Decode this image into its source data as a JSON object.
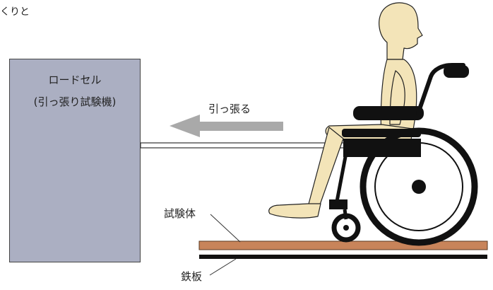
{
  "header_fragment": "くりと",
  "load_cell": {
    "title": "ロードセル",
    "subtitle": "(引っ張り試験機)"
  },
  "pull_label": "引っ張る",
  "specimen_label": "試験体",
  "steel_plate_label": "鉄板",
  "colors": {
    "load_cell_fill": "#abafc2",
    "arrow": "#a9a9a9",
    "specimen": "#c8845a",
    "skin": "#f3e4b8",
    "wheelchair": "#111111"
  }
}
